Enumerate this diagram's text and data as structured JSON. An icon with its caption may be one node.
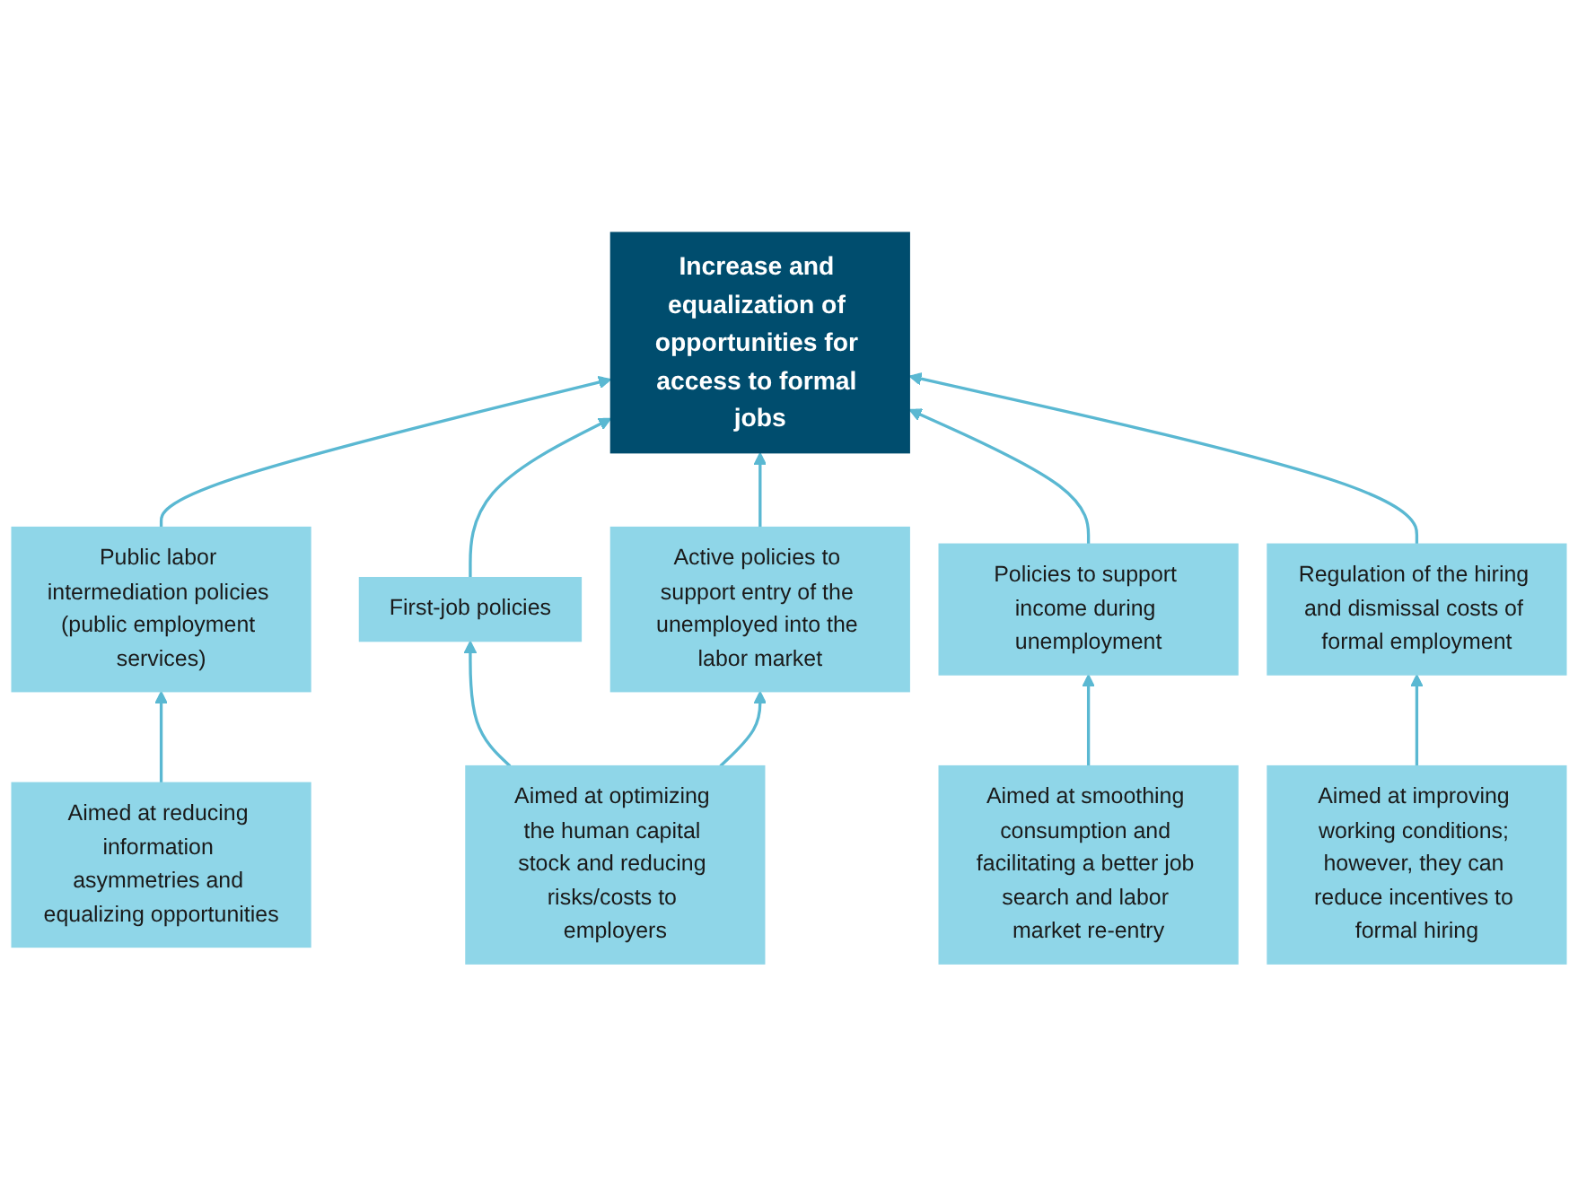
{
  "diagram": {
    "nodes": [
      {
        "text": [
          "Increase and equalization of opportunities for access to formal jobs"
        ]
      },
      {
        "text": [
          "Public labor intermediation policies (public employment services)"
        ]
      },
      {
        "text": [
          "First-job policies"
        ]
      },
      {
        "text": [
          "Active policies to support entry of the unemployed into the labor market"
        ]
      },
      {
        "text": [
          "Policies to support income during unemployment"
        ]
      },
      {
        "text": [
          "Regulation of the hiring and dismissal costs of formal employment"
        ]
      },
      {
        "text": [
          "Aimed at reducing information asymmetries and equalizing opportunities"
        ]
      },
      {
        "text": [
          "Aimed at optimizing the human capital stock and reducing risks/costs to employers"
        ]
      },
      {
        "text": [
          "Aimed at smoothing consumption and facilitating a better job search and labor market re-entry"
        ]
      },
      {
        "text": [
          "Aimed at improving working conditions; however, they can reduce incentives to formal hiring"
        ]
      }
    ],
    "edges": [
      {
        "from": 1,
        "to": 0,
        "arrow": "to"
      },
      {
        "from": 2,
        "to": 0,
        "arrow": "to"
      },
      {
        "from": 3,
        "to": 0,
        "arrow": "to"
      },
      {
        "from": 4,
        "to": 0,
        "arrow": "to"
      },
      {
        "from": 5,
        "to": 0,
        "arrow": "to"
      },
      {
        "from": 6,
        "to": 1,
        "arrow": "to"
      },
      {
        "from": 7,
        "to": 2,
        "arrow": "to"
      },
      {
        "from": 7,
        "to": 3,
        "arrow": "to"
      },
      {
        "from": 8,
        "to": 4,
        "arrow": "to"
      },
      {
        "from": 9,
        "to": 5,
        "arrow": "to"
      }
    ]
  }
}
